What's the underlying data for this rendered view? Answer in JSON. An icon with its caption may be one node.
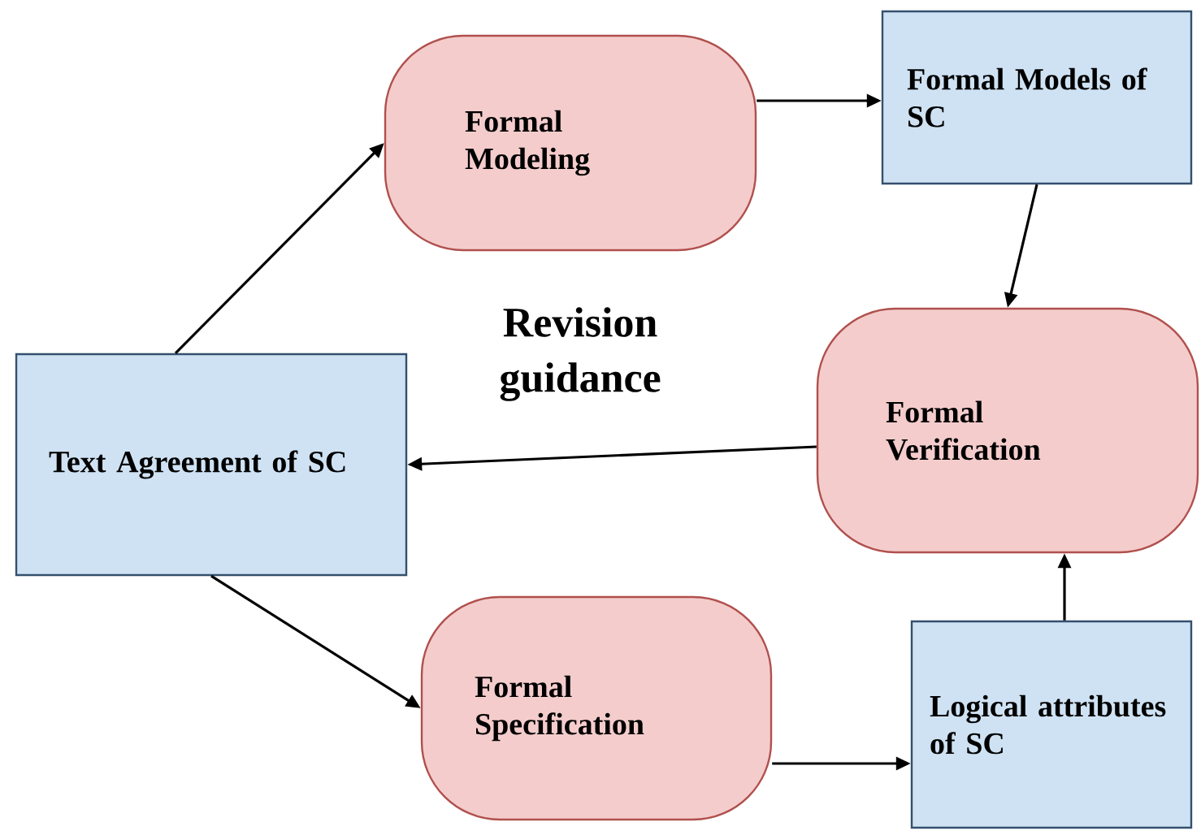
{
  "diagram": {
    "nodes": [
      {
        "text": [
          "Text Agreement of SC"
        ]
      },
      {
        "text": [
          "Formal Modeling"
        ]
      },
      {
        "text": [
          "Formal Models of SC"
        ]
      },
      {
        "text": [
          "Formal Verification"
        ]
      },
      {
        "text": [
          "Formal Specification"
        ]
      },
      {
        "text": [
          "Logical attributes of SC"
        ]
      }
    ],
    "edges": [
      {
        "from": 0,
        "to": 1,
        "arrow": "to"
      },
      {
        "from": 1,
        "to": 2,
        "arrow": "to"
      },
      {
        "from": 2,
        "to": 3,
        "arrow": "to"
      },
      {
        "from": 3,
        "to": 0,
        "arrow": "to",
        "label": "Revision guidance"
      },
      {
        "from": 0,
        "to": 4,
        "arrow": "to"
      },
      {
        "from": 4,
        "to": 5,
        "arrow": "to"
      },
      {
        "from": 5,
        "to": 3,
        "arrow": "to"
      }
    ]
  }
}
